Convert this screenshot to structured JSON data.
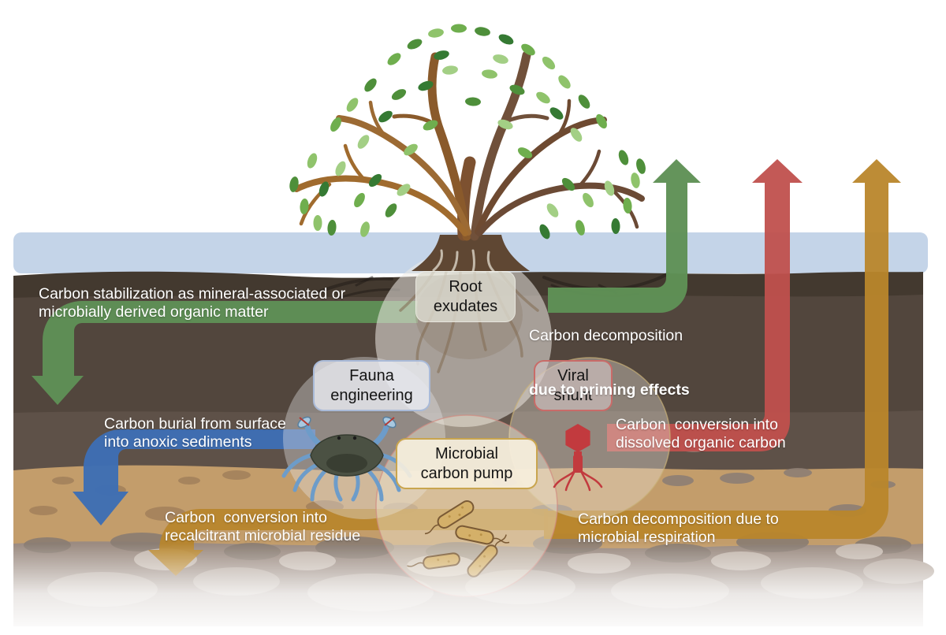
{
  "figure_type": "coastal-sediment-carbon-cycle-diagram",
  "boxes": {
    "root_exudates": {
      "label": "Root\nexudates"
    },
    "fauna_engineering": {
      "label": "Fauna\nengineering"
    },
    "viral_shunt": {
      "label": "Viral\nshunt"
    },
    "microbial_carbon_pump": {
      "label": "Microbial\ncarbon pump"
    }
  },
  "annotations": {
    "stabilization": {
      "text": "Carbon stabilization as mineral-associated or\nmicrobially derived organic matter"
    },
    "priming": {
      "line1": "Carbon decomposition",
      "line2": "due to priming effects"
    },
    "burial": {
      "text": "Carbon burial from surface\ninto anoxic sediments"
    },
    "dissolved": {
      "text": "Carbon  conversion into\ndissolved organic carbon"
    },
    "recalcitrant": {
      "text": "Carbon  conversion into\nrecalcitrant microbial residue"
    },
    "respiration": {
      "text": "Carbon decomposition due to\nmicrobial respiration"
    }
  },
  "colors": {
    "stabilization_arrow": "#5f9156",
    "priming_arrow": "#5f9156",
    "burial_arrow": "#3e6eb4",
    "recalcitrant_arrow": "#b9862b",
    "dissolved_arrow": "#c0504d",
    "respiration_arrow": "#b9862b",
    "water": "#c4d4e8",
    "viral_box_border": "#c96b68",
    "microbial_box_border": "#c9a54e",
    "fauna_box_border": "#a9bad8"
  }
}
